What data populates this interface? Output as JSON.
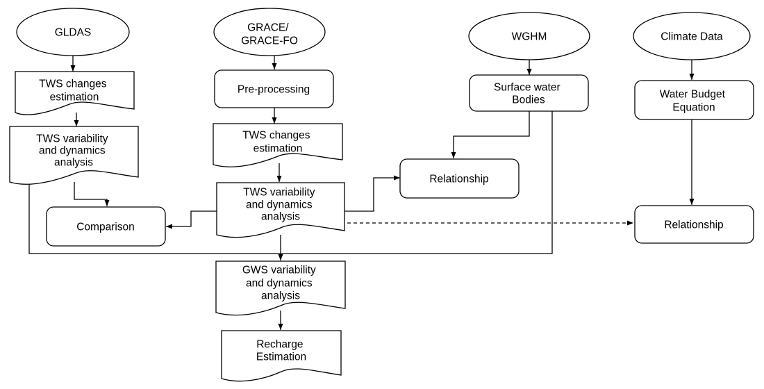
{
  "diagram": {
    "type": "flowchart",
    "nodes": {
      "gldas": {
        "shape": "ellipse",
        "lines": [
          "GLDAS"
        ]
      },
      "grace": {
        "shape": "ellipse",
        "lines": [
          "GRACE/",
          "GRACE-FO"
        ]
      },
      "wghm": {
        "shape": "ellipse",
        "lines": [
          "WGHM"
        ]
      },
      "climate": {
        "shape": "ellipse",
        "lines": [
          "Climate Data"
        ]
      },
      "gldas_tws_est": {
        "shape": "document",
        "lines": [
          "TWS changes",
          "estimation"
        ]
      },
      "gldas_tws_var": {
        "shape": "document",
        "lines": [
          "TWS variability",
          "and dynamics",
          "analysis"
        ]
      },
      "preprocessing": {
        "shape": "rounded-rect",
        "lines": [
          "Pre-processing"
        ]
      },
      "grace_tws_est": {
        "shape": "document",
        "lines": [
          "TWS changes",
          "estimation"
        ]
      },
      "grace_tws_var": {
        "shape": "document",
        "lines": [
          "TWS variability",
          "and dynamics",
          "analysis"
        ]
      },
      "surface_water": {
        "shape": "rounded-rect",
        "lines": [
          "Surface water",
          "Bodies"
        ]
      },
      "relationship_1": {
        "shape": "rounded-rect",
        "lines": [
          "Relationship"
        ]
      },
      "water_budget": {
        "shape": "rounded-rect",
        "lines": [
          "Water Budget",
          "Equation"
        ]
      },
      "relationship_2": {
        "shape": "rounded-rect",
        "lines": [
          "Relationship"
        ]
      },
      "comparison": {
        "shape": "rounded-rect",
        "lines": [
          "Comparison"
        ]
      },
      "gws_var": {
        "shape": "document",
        "lines": [
          "GWS variability",
          "and dynamics",
          "analysis"
        ]
      },
      "recharge": {
        "shape": "document",
        "lines": [
          "Recharge",
          "Estimation"
        ]
      }
    },
    "edges": [
      {
        "from": "gldas",
        "to": "gldas_tws_est",
        "style": "solid"
      },
      {
        "from": "gldas_tws_est",
        "to": "gldas_tws_var",
        "style": "solid"
      },
      {
        "from": "gldas_tws_var",
        "to": "comparison",
        "style": "solid"
      },
      {
        "from": "gldas_tws_var",
        "to": "gws_var",
        "style": "solid"
      },
      {
        "from": "grace",
        "to": "preprocessing",
        "style": "solid"
      },
      {
        "from": "preprocessing",
        "to": "grace_tws_est",
        "style": "solid"
      },
      {
        "from": "grace_tws_est",
        "to": "grace_tws_var",
        "style": "solid"
      },
      {
        "from": "grace_tws_var",
        "to": "comparison",
        "style": "solid"
      },
      {
        "from": "grace_tws_var",
        "to": "relationship_1",
        "style": "solid"
      },
      {
        "from": "grace_tws_var",
        "to": "relationship_2",
        "style": "dashed"
      },
      {
        "from": "grace_tws_var",
        "to": "gws_var",
        "style": "solid"
      },
      {
        "from": "wghm",
        "to": "surface_water",
        "style": "solid"
      },
      {
        "from": "surface_water",
        "to": "relationship_1",
        "style": "solid"
      },
      {
        "from": "surface_water",
        "to": "gws_var",
        "style": "solid"
      },
      {
        "from": "climate",
        "to": "water_budget",
        "style": "solid"
      },
      {
        "from": "water_budget",
        "to": "relationship_2",
        "style": "solid"
      },
      {
        "from": "gws_var",
        "to": "recharge",
        "style": "solid"
      }
    ]
  }
}
